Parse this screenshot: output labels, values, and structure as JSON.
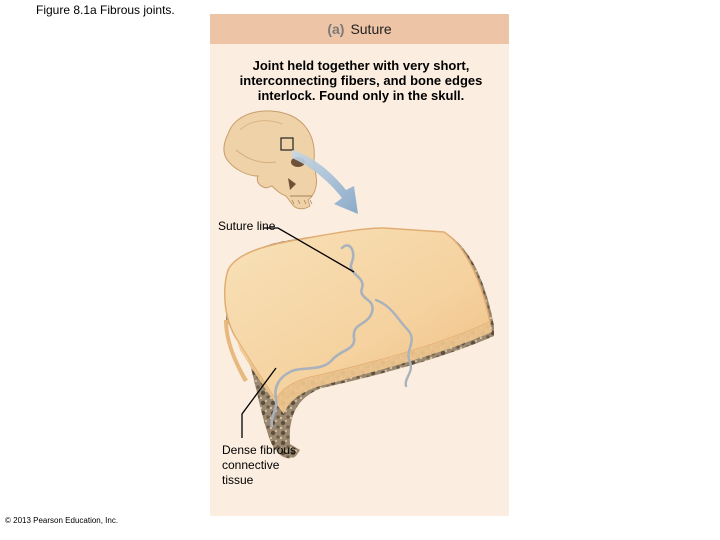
{
  "figure": {
    "title": "Figure 8.1a  Fibrous joints."
  },
  "panel": {
    "letter": "(a)",
    "name": "Suture",
    "description": "Joint held together with very short, interconnecting fibers, and bone edges interlock. Found only in the skull."
  },
  "labels": {
    "suture_line": "Suture line",
    "dense_tissue": "Dense fibrous connective tissue"
  },
  "footer": {
    "copyright": "© 2013 Pearson Education, Inc."
  },
  "colors": {
    "panel_bg": "#fbeee0",
    "header_bg": "#eec4a6",
    "bone_surface": "#f6d7a8",
    "bone_edge": "#e6b57c",
    "spongy_bone": "#8f7d64",
    "suture_line": "#a9b2bc",
    "arrow": "#8fb0cf"
  },
  "icons": [
    "skull-icon",
    "zoom-arrow-icon"
  ]
}
